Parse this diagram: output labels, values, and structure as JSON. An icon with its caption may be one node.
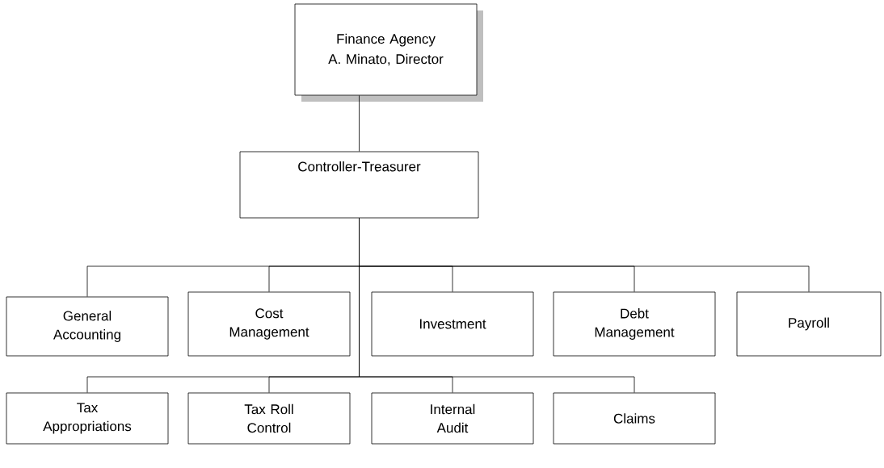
{
  "diagram": {
    "nodes": [
      {
        "text": [
          "Finance Agency",
          "A. Minato, Director"
        ]
      },
      {
        "text": [
          "Controller-Treasurer"
        ]
      },
      {
        "text": [
          "General Accounting"
        ]
      },
      {
        "text": [
          "Cost Management"
        ]
      },
      {
        "text": [
          "Investment"
        ]
      },
      {
        "text": [
          "Debt Management"
        ]
      },
      {
        "text": [
          "Payroll"
        ]
      },
      {
        "text": [
          "Tax Appropriations"
        ]
      },
      {
        "text": [
          "Tax Roll Control"
        ]
      },
      {
        "text": [
          "Internal Audit"
        ]
      },
      {
        "text": [
          "Claims"
        ]
      }
    ],
    "edges": [
      {
        "from": 0,
        "to": 1,
        "arrow": "none"
      },
      {
        "from": 1,
        "to": 2,
        "arrow": "none"
      },
      {
        "from": 1,
        "to": 3,
        "arrow": "none"
      },
      {
        "from": 1,
        "to": 4,
        "arrow": "none"
      },
      {
        "from": 1,
        "to": 5,
        "arrow": "none"
      },
      {
        "from": 1,
        "to": 6,
        "arrow": "none"
      },
      {
        "from": 1,
        "to": 7,
        "arrow": "none"
      },
      {
        "from": 1,
        "to": 8,
        "arrow": "none"
      },
      {
        "from": 1,
        "to": 9,
        "arrow": "none"
      },
      {
        "from": 1,
        "to": 10,
        "arrow": "none"
      }
    ]
  }
}
